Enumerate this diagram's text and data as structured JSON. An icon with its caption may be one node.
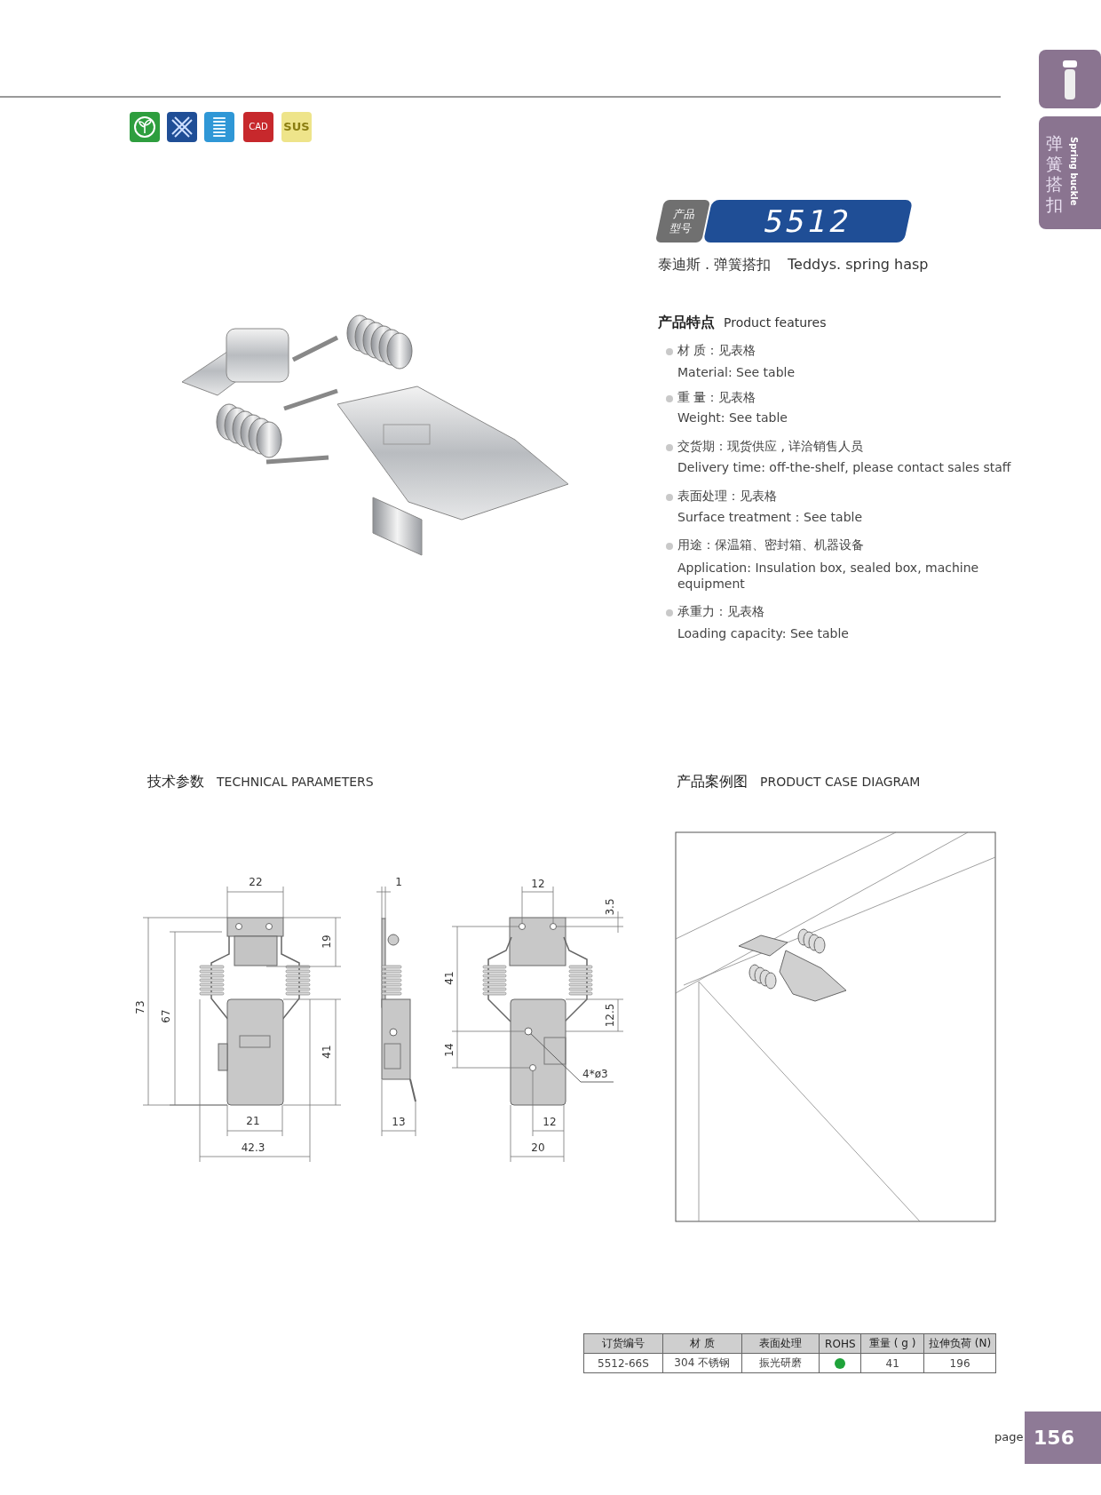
{
  "diagram": {
    "nodes": [
      {
        "text": [
          "4*ø3"
        ]
      },
      {
        "text": [],
        "shape": "circle"
      }
    ],
    "edges": [
      {
        "from": 0,
        "to": 1,
        "arrow": "none"
      }
    ],
    "labels": [
      "CAD",
      "SUS",
      "产品型号",
      "5512",
      "泰迪斯 . 弹簧搭扣",
      "Teddys. spring hasp",
      "产品特点",
      "Product features",
      "材 质：见表格",
      "Material: See table",
      "重 量：见表格",
      "Weight: See table",
      "交货期：现货供应 , 详洽销售人员",
      "Delivery time: off-the-shelf, please contact sales staff",
      "表面处理：见表格",
      "Surface treatment：See table",
      "用途：保温箱、密封箱、机器设备",
      "Application: Insulation box, sealed box, machine equipment",
      "承重力：见表格",
      "Loading capacity: See table",
      "技术参数",
      "TECHNICAL PARAMETERS",
      "产品案例图",
      "PRODUCT CASE DIAGRAM",
      "22",
      "19",
      "73",
      "67",
      "41",
      "21",
      "42.3",
      "1",
      "13",
      "12",
      "3.5",
      "41",
      "12.5",
      "14",
      "12",
      "20",
      "订货编号",
      "材 质",
      "表面处理",
      "ROHS",
      "重量 ( g )",
      "拉伸负荷 (N)",
      "5512-66S",
      "304 不锈钢",
      "振光研磨",
      "41",
      "196",
      "page",
      "156",
      "弹簧搭扣",
      "Spring buckle"
    ]
  }
}
